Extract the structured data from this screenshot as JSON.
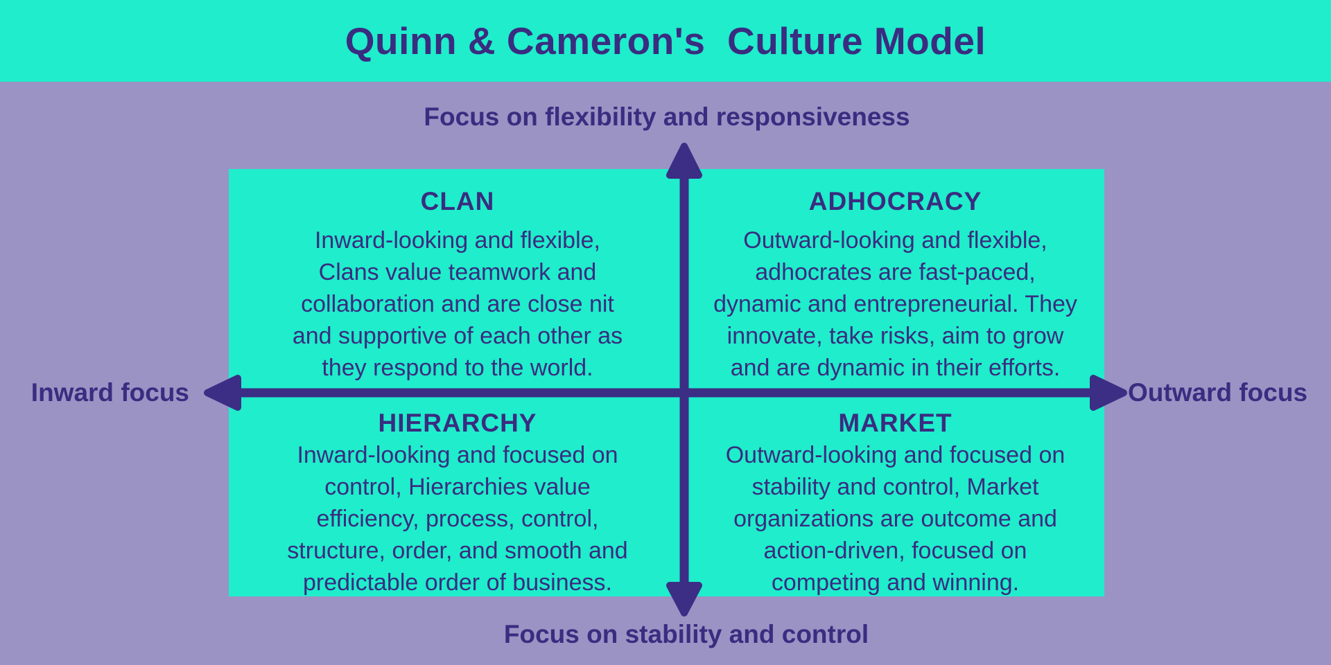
{
  "title": "Quinn & Cameron's  Culture Model",
  "colors": {
    "teal": "#1FEDCB",
    "purple_bg": "#9B93C4",
    "ink": "#3A2C80",
    "arrow": "#3C2D85"
  },
  "axes": {
    "top_label": "Focus on flexibility and responsiveness",
    "bottom_label": "Focus on stability and control",
    "left_label": "Inward focus",
    "right_label": "Outward focus"
  },
  "quadrants": [
    {
      "id": "clan",
      "title": "CLAN",
      "description": "Inward-looking and flexible, Clans value teamwork and collaboration and are close nit and supportive of each other as they respond to the world.",
      "lines": [
        "Inward-looking and flexible,",
        "Clans value teamwork and",
        "collaboration and are close nit",
        "and supportive of each other as",
        "they respond to the world."
      ]
    },
    {
      "id": "adhocracy",
      "title": "ADHOCRACY",
      "description": "Outward-looking and flexible, adhocrates are fast-paced, dynamic and entrepreneurial. They innovate, take risks, aim to grow and are dynamic in their efforts.",
      "lines": [
        "Outward-looking and flexible,",
        "adhocrates are fast-paced,",
        "dynamic and entrepreneurial. They",
        "innovate, take risks, aim to grow",
        "and are dynamic in their efforts."
      ]
    },
    {
      "id": "hierarchy",
      "title": "HIERARCHY",
      "description": "Inward-looking and focused on control, Hierarchies value efficiency, process, control, structure, order, and smooth and predictable order of business.",
      "lines": [
        "Inward-looking and focused on",
        "control, Hierarchies value",
        "efficiency, process, control,",
        "structure, order, and smooth and",
        "predictable order of business."
      ]
    },
    {
      "id": "market",
      "title": "MARKET",
      "description": "Outward-looking and focused on stability and control, Market organizations are outcome and action-driven,  focused on competing and winning.",
      "lines": [
        "Outward-looking and focused on",
        "stability and control, Market",
        "organizations are outcome and",
        "action-driven,  focused on",
        "competing and winning."
      ]
    }
  ]
}
